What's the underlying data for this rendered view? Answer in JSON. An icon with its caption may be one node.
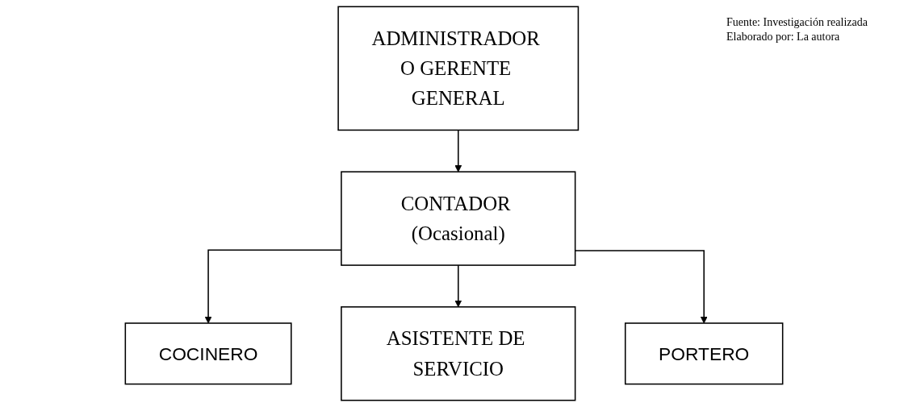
{
  "diagram": {
    "nodes": [
      {
        "text": [
          "ADMINISTRADOR O GERENTE GENERAL"
        ]
      },
      {
        "text": [
          "CONTADOR (Ocasional)"
        ]
      },
      {
        "text": [
          "COCINERO"
        ]
      },
      {
        "text": [
          "ASISTENTE DE SERVICIO"
        ]
      },
      {
        "text": [
          "PORTERO"
        ]
      }
    ],
    "edges": [
      {
        "from": 0,
        "to": 1,
        "arrow": "to"
      },
      {
        "from": 1,
        "to": 2,
        "arrow": "to"
      },
      {
        "from": 1,
        "to": 3,
        "arrow": "to"
      },
      {
        "from": 1,
        "to": 4,
        "arrow": "to"
      }
    ],
    "labels": [
      "Fuente: Investigación realizada",
      "Elaborado por: La autora"
    ]
  }
}
